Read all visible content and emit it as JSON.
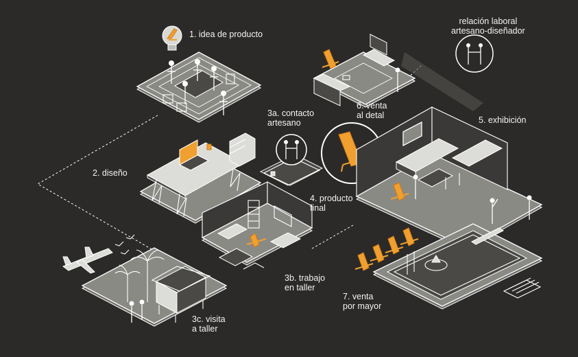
{
  "labels": {
    "step1": "1. idea de producto",
    "step2": "2. diseño",
    "step3a": "3a. contacto\nartesano",
    "step3b": "3b. trabajo\nen taller",
    "step3c": "3c. visita\na taller",
    "step4": "4. producto\nfinal",
    "step5": "5. exhibición",
    "step6": "6. venta\nal detal",
    "step7": "7. venta\npor mayor",
    "legend": "relación laboral\nartesano-diseñador"
  },
  "colors": {
    "background": "#2b2a29",
    "platform": "#8a8a84",
    "accent": "#f0a030",
    "line": "#ffffff"
  },
  "icons": [
    "lightbulb-icon",
    "chair-icon",
    "person-icon",
    "smartphone-icon",
    "airplane-icon",
    "palm-tree-icon",
    "house-icon",
    "tv-icon",
    "sofa-icon",
    "laptop-icon",
    "pool-icon"
  ]
}
